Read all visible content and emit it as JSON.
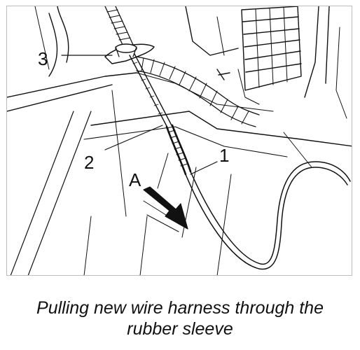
{
  "figure": {
    "callouts": {
      "label_1": "1",
      "label_2": "2",
      "label_3": "3",
      "label_a": "A"
    }
  },
  "caption": {
    "line1": "Pulling new wire harness through the",
    "line2": "rubber sleeve"
  },
  "colors": {
    "ink": "#111111",
    "frame_border": "#bdbdbd",
    "background": "#ffffff"
  }
}
